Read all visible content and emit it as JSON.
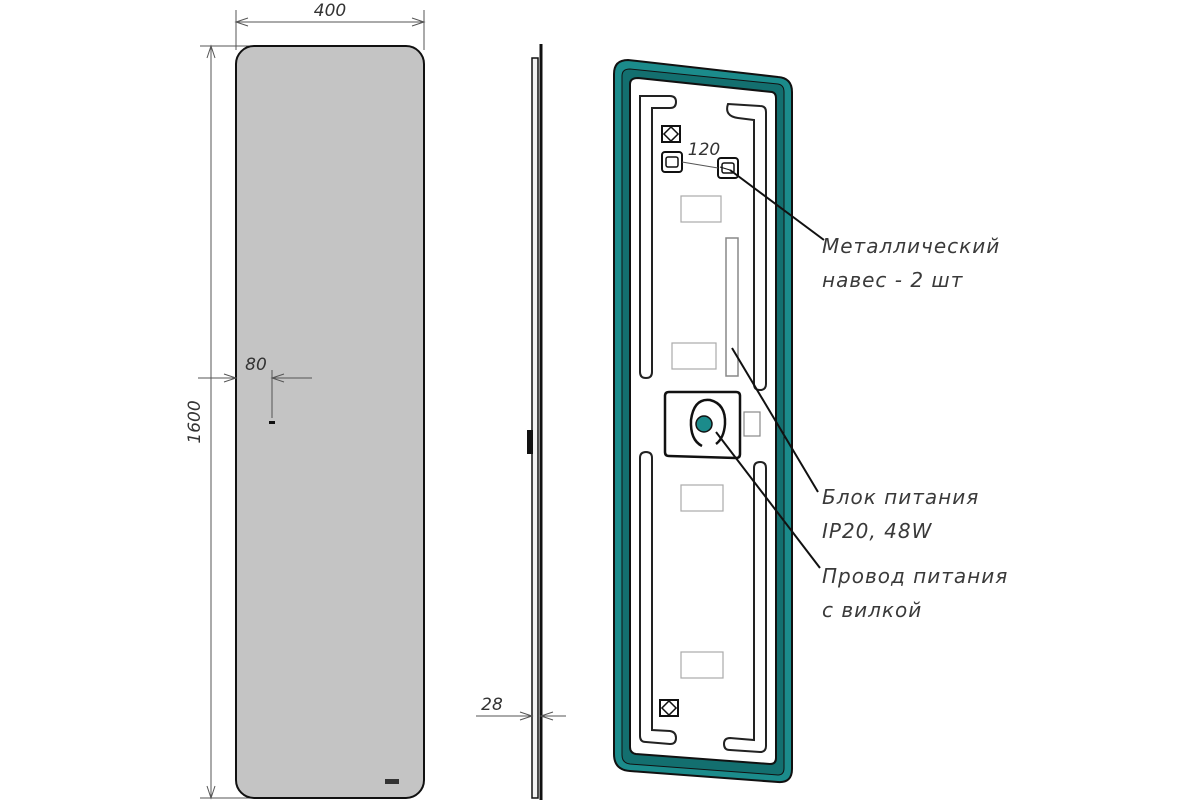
{
  "dimensions": {
    "width": "400",
    "height": "1600",
    "switch_offset": "80",
    "depth": "28",
    "hanger_spacing": "120"
  },
  "callouts": {
    "hanger_line1": "Металлический",
    "hanger_line2": "навес - 2 шт",
    "power_line1": "Блок питания",
    "power_line2": "IP20, 48W",
    "cord_line1": "Провод питания",
    "cord_line2": "с вилкой"
  },
  "colors": {
    "mirror_glass": "#c4c4c4",
    "frame_teal": "#1b8b8b",
    "back_panel": "#ffffff",
    "lines": "#111111"
  }
}
